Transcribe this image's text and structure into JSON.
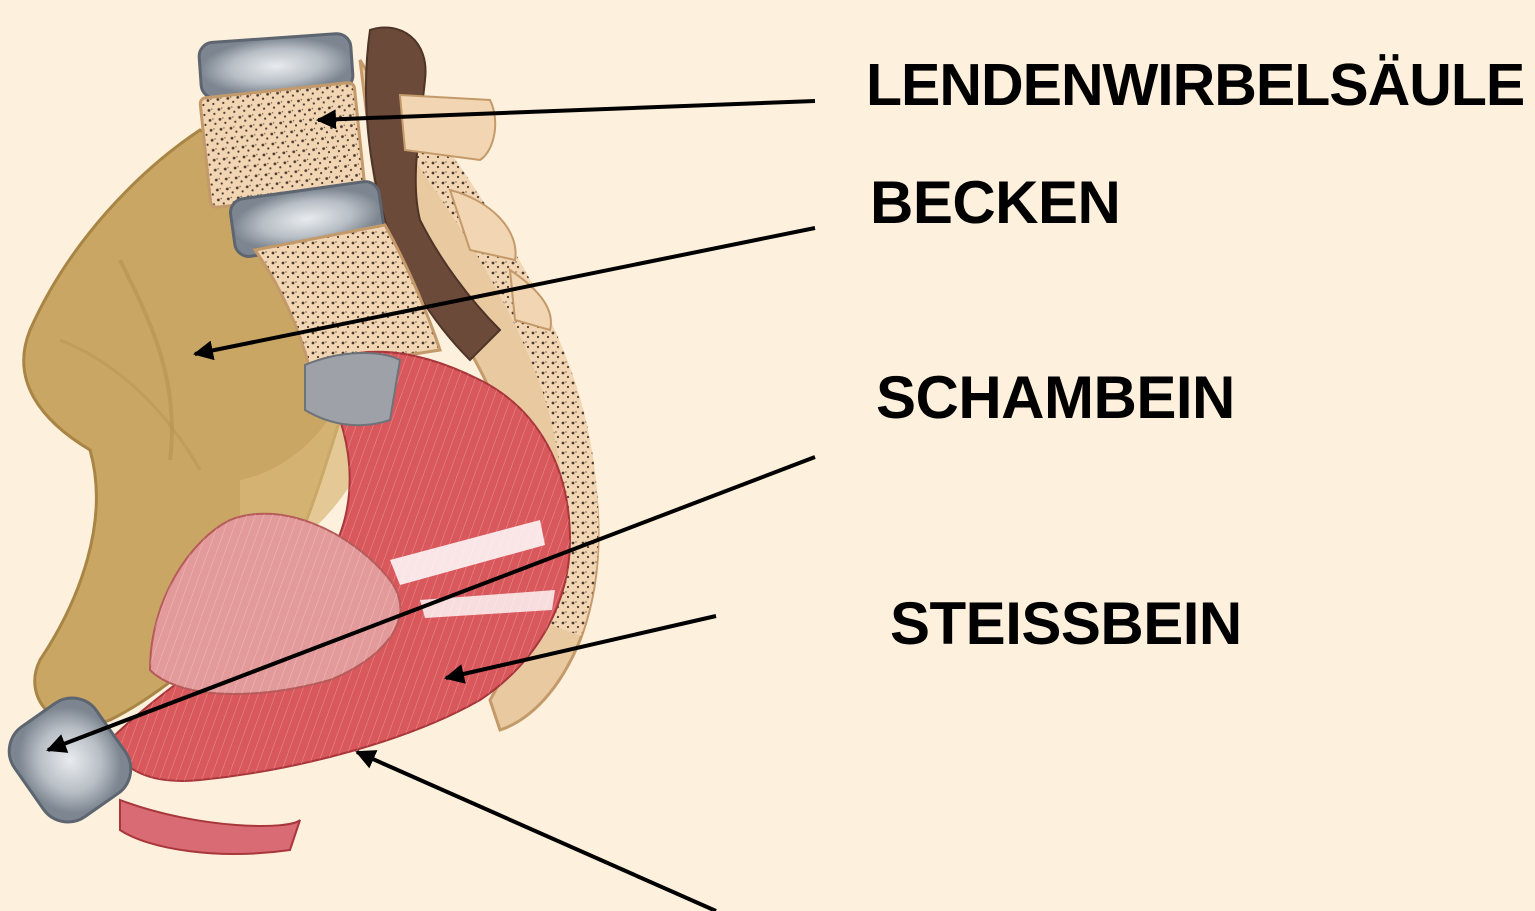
{
  "labels": {
    "lendenwirbelsaeule": "LENDENWIRBELSÄULE",
    "becken": "BECKEN",
    "schambein": "SCHAMBEIN",
    "steissbein": "STEISSBEIN"
  },
  "colors": {
    "background": "#fdf0dc",
    "bone": "#c9a663",
    "vertebra": "#f2d6b3",
    "disc": "#b9bec4",
    "muscle": "#d9585c",
    "muscle_light": "#e39a9a",
    "sacrum_dark": "#6b4a3a",
    "arrow": "#000000"
  }
}
